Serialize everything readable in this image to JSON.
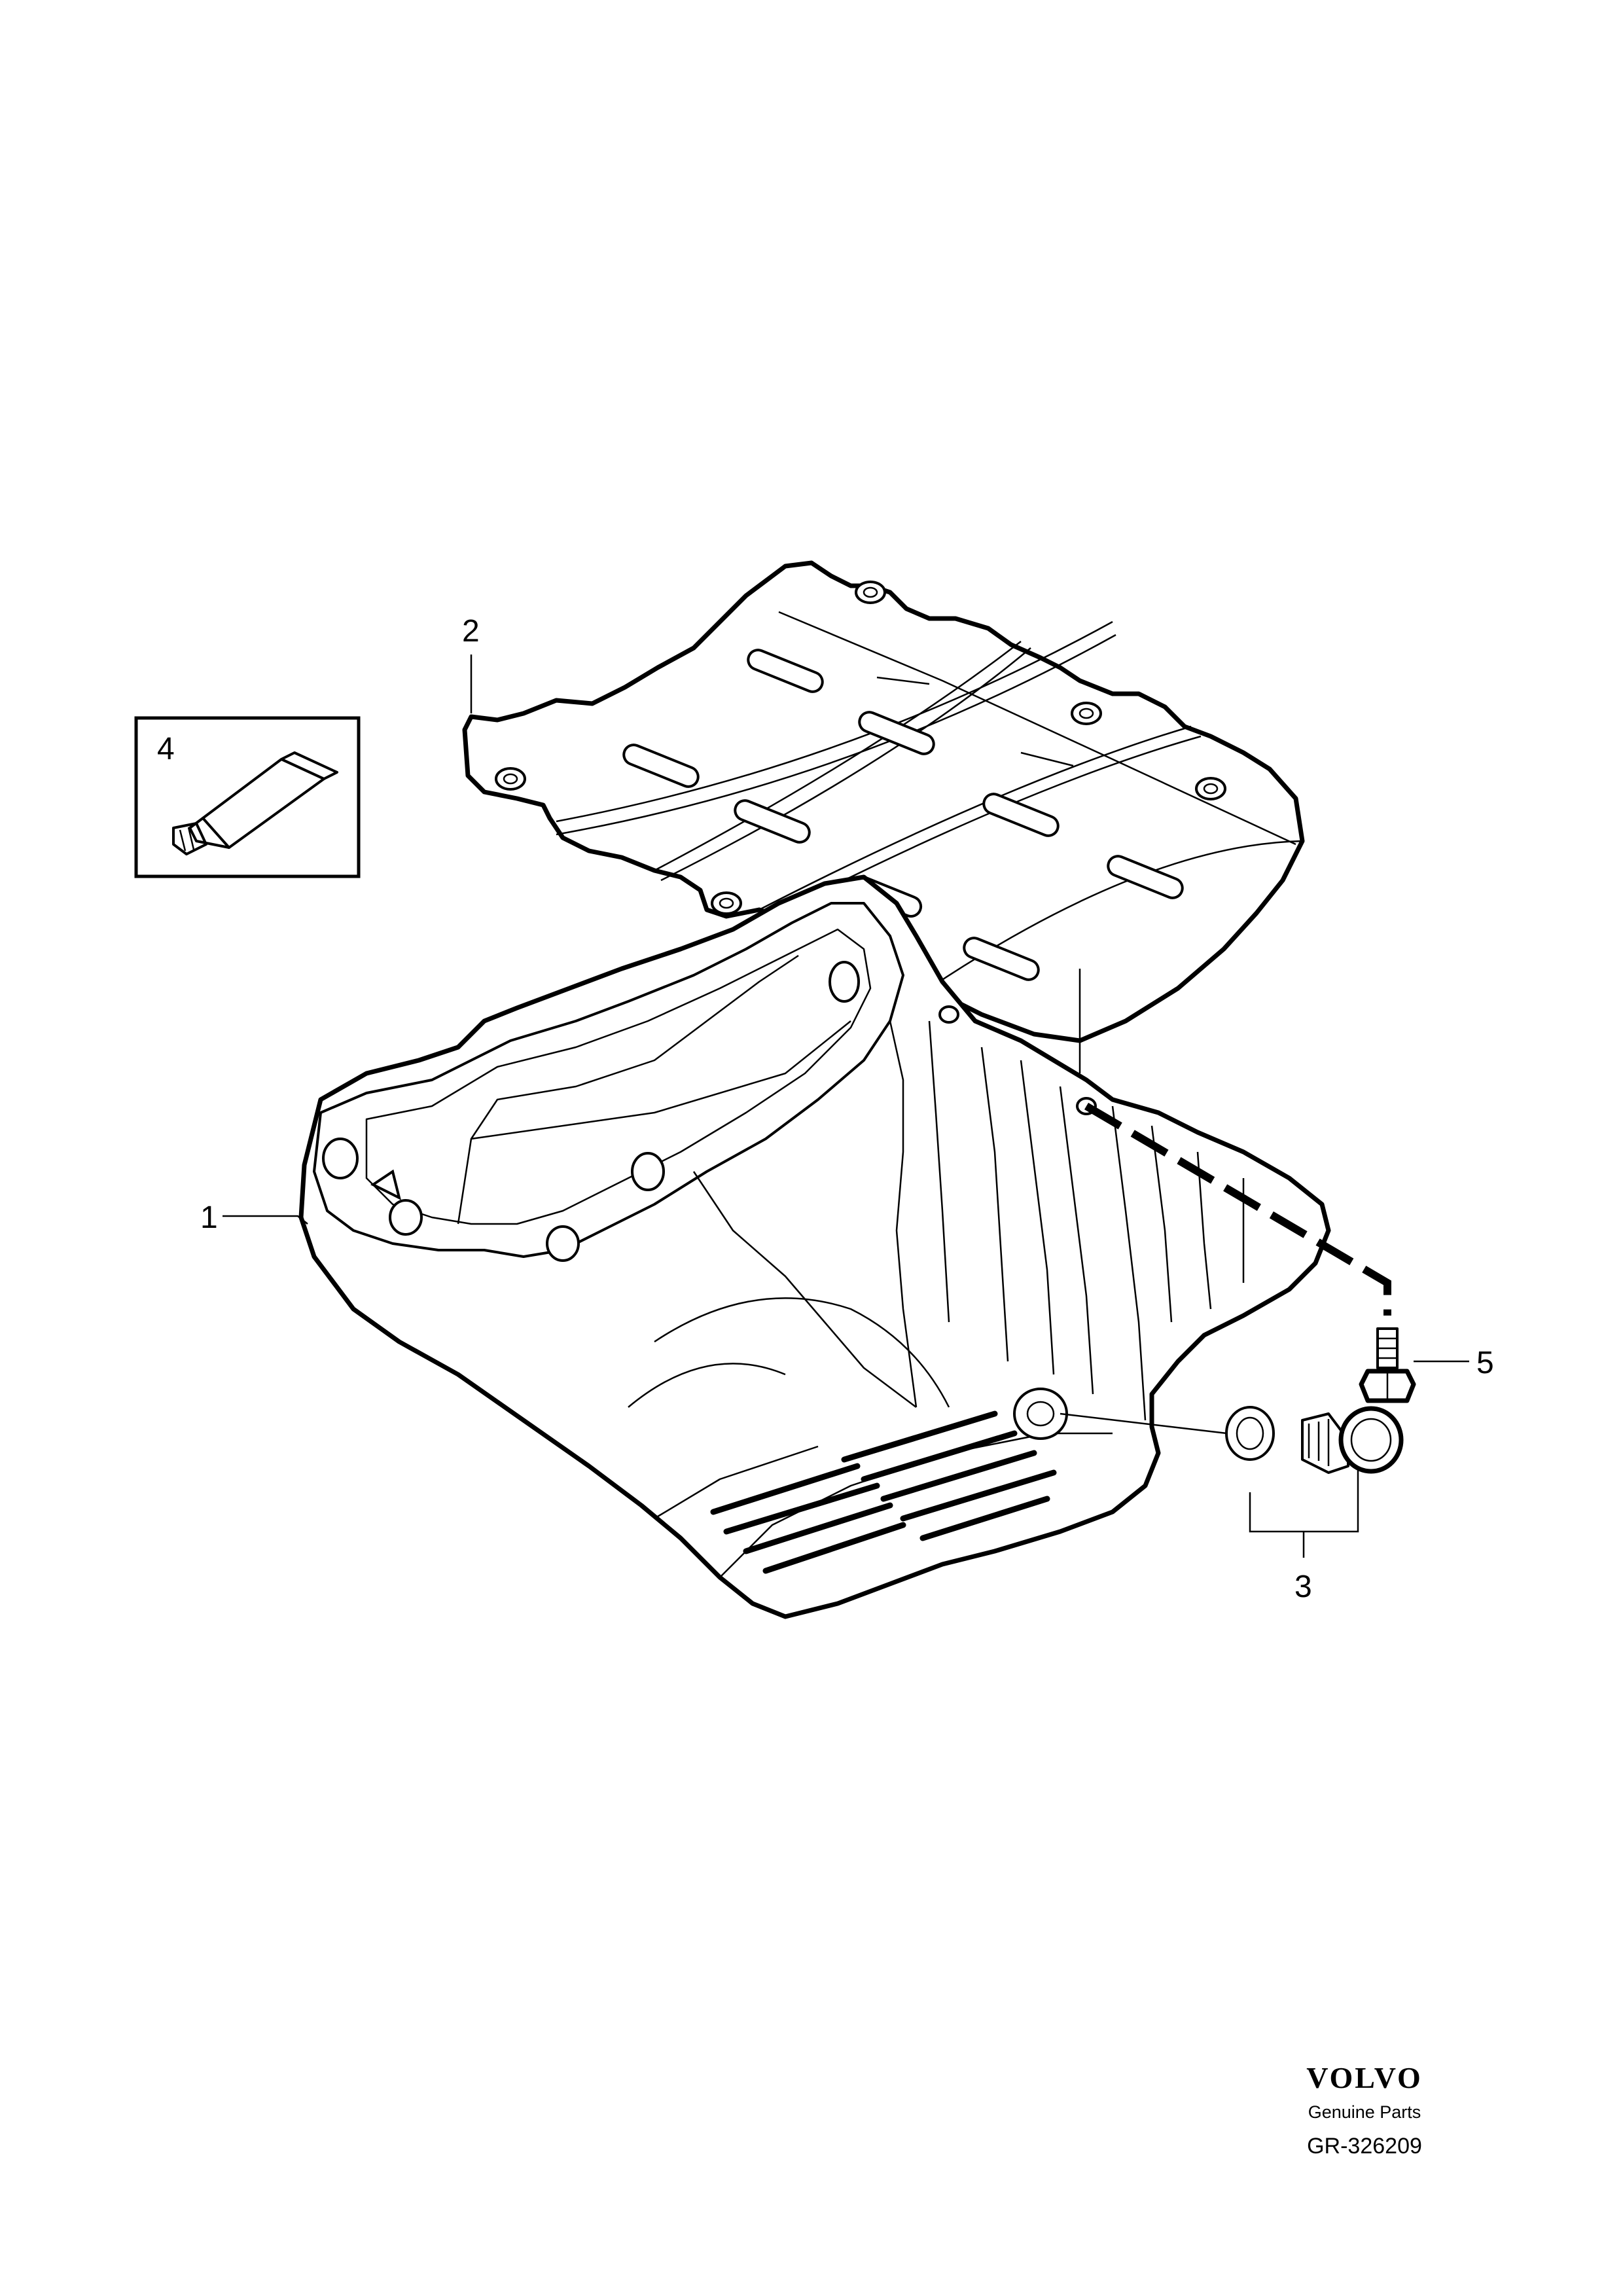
{
  "callouts": {
    "c1": "1",
    "c2": "2",
    "c3": "3",
    "c4": "4",
    "c5": "5"
  },
  "footer": {
    "brand": "VOLVO",
    "tagline": "Genuine Parts",
    "code": "GR-326209"
  }
}
